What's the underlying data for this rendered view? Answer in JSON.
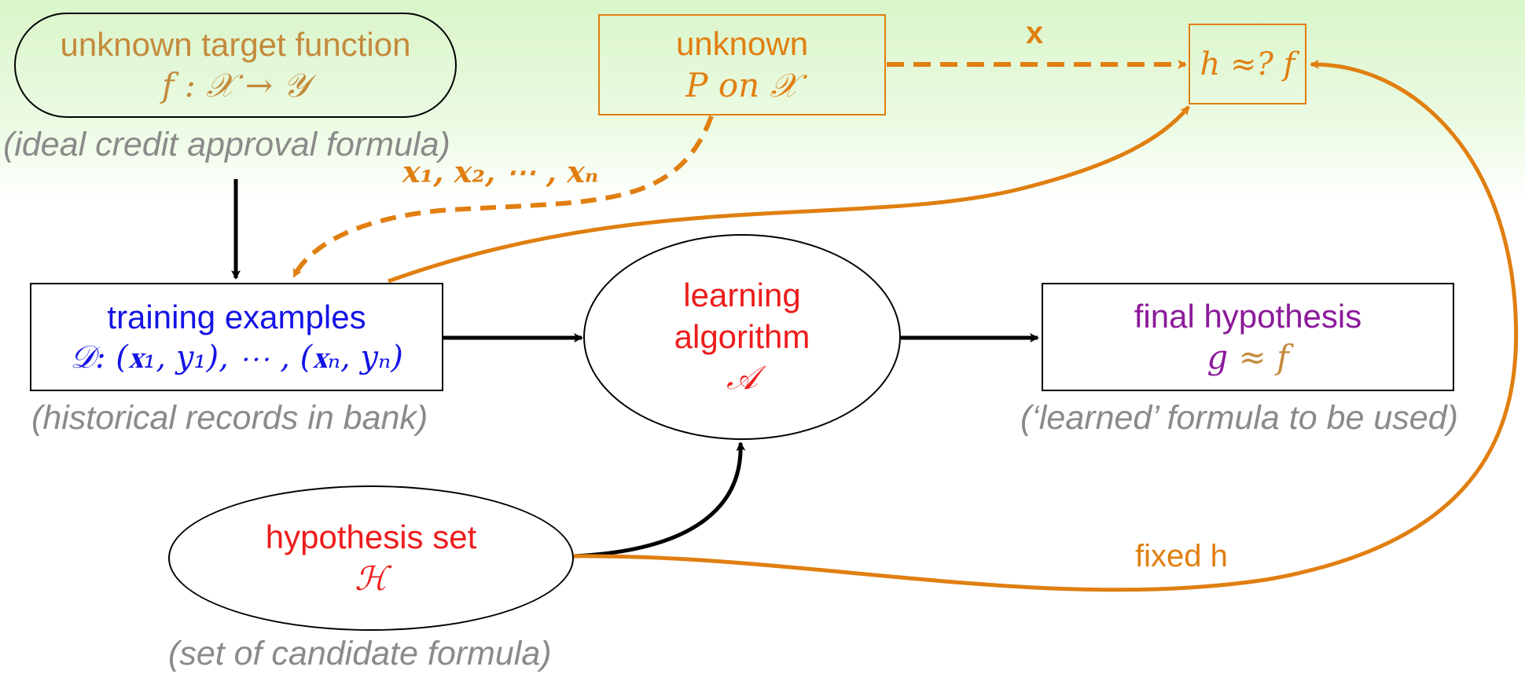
{
  "nodes": {
    "target": {
      "line1": "unknown target function",
      "line2": "f : 𝒳 → 𝒴",
      "caption": "(ideal credit approval formula)"
    },
    "distribution": {
      "line1": "unknown",
      "line2": "P on 𝒳"
    },
    "approx": {
      "text": "h ≈? f"
    },
    "training": {
      "line1": "training examples",
      "line2": "𝒟: (𝐱₁, y₁), ⋯ , (𝐱ₙ, yₙ)",
      "caption": "(historical records in bank)"
    },
    "algorithm": {
      "line1": "learning",
      "line2": "algorithm",
      "line3": "𝒜"
    },
    "final": {
      "line1": "final hypothesis",
      "line2_g": "g",
      "line2_rest": " ≈ f",
      "caption": "(‘learned’ formula to be used)"
    },
    "hypset": {
      "line1": "hypothesis set",
      "line2": "ℋ",
      "caption": "(set of candidate formula)"
    }
  },
  "edge_labels": {
    "x": "x",
    "samples": "x₁, x₂, ⋯ , xₙ",
    "fixed_h": "fixed h"
  },
  "colors": {
    "orange": "#e07f10",
    "brown": "#c48a3c",
    "blue": "#1414e6",
    "red": "#ee1c1c",
    "purple": "#8b1a9a",
    "gray": "#8a8a8a",
    "black": "#000000"
  }
}
